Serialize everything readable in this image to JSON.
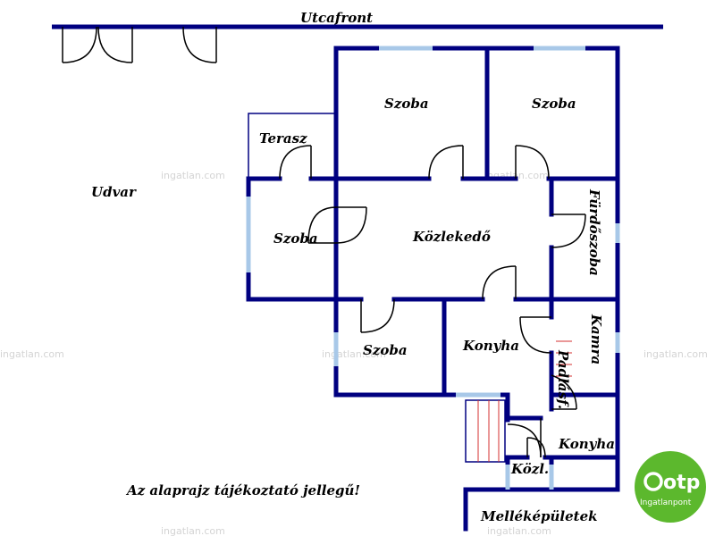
{
  "labels": {
    "street": "Utcafront",
    "yard": "Udvar",
    "terrace": "Terasz",
    "room_top_left": "Szoba",
    "room_top_right": "Szoba",
    "room_left": "Szoba",
    "corridor": "Közlekedő",
    "bathroom": "Fürdőszoba",
    "room_bottom": "Szoba",
    "kitchen": "Konyha",
    "pantry": "Kamra",
    "attic_stairs": "Padlásf.",
    "kitchen_2": "Konyha",
    "corridor_small": "Közl.",
    "outbuildings": "Melléképületek",
    "disclaimer": "Az alaprajz tájékoztató jellegű!"
  },
  "watermark": "ingatlan.com",
  "logo": {
    "brand": "otp",
    "sub": "Ingatlanpont"
  },
  "colors": {
    "wall": "#000080",
    "window": "#a8c8e8",
    "stair_line": "#d43030",
    "logo_green": "#5cb82d",
    "watermark": "#d4d4d4"
  }
}
